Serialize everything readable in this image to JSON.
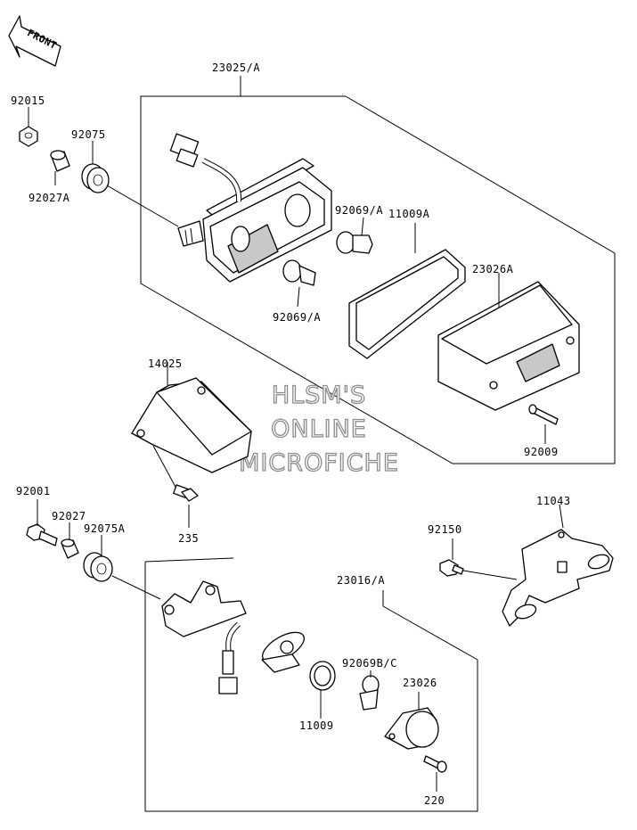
{
  "front_arrow": {
    "label": "FRONT"
  },
  "watermark": {
    "line1": "HLSM'S",
    "line2": "ONLINE",
    "line3": "MICROFICHE"
  },
  "labels": {
    "l23025A": "23025/A",
    "l92015": "92015",
    "l92075": "92075",
    "l92027A": "92027A",
    "l92069A_top": "92069/A",
    "l11009A": "11009A",
    "l23026A": "23026A",
    "l92069A_bot": "92069/A",
    "l14025": "14025",
    "l92009": "92009",
    "l92001": "92001",
    "l92027": "92027",
    "l92075A": "92075A",
    "l235": "235",
    "l23016A": "23016/A",
    "l92150": "92150",
    "l11043": "11043",
    "l92069BC": "92069B/C",
    "l23026": "23026",
    "l11009": "11009",
    "l220": "220"
  }
}
